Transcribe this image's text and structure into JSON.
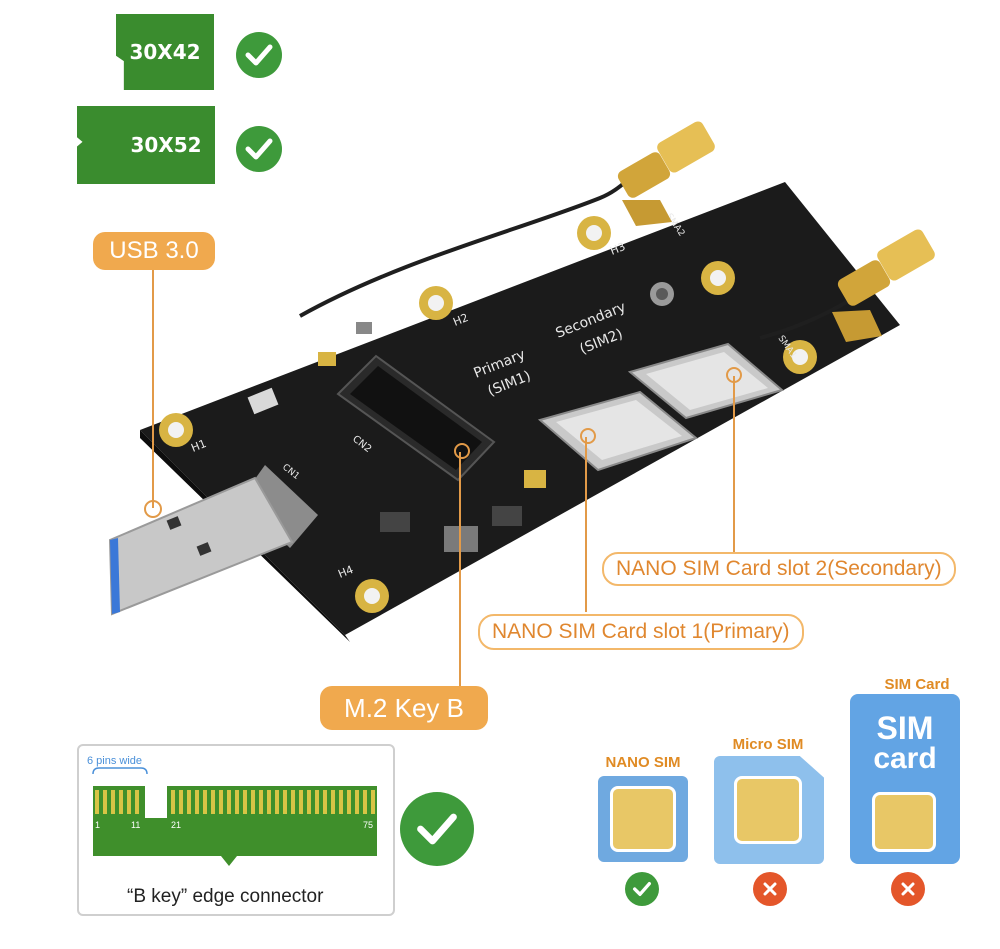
{
  "modules": [
    {
      "label": "30X42"
    },
    {
      "label": "30X52"
    }
  ],
  "callouts": {
    "usb": "USB 3.0",
    "sim_slot_2": "NANO SIM Card slot 2(Secondary)",
    "sim_slot_1": "NANO SIM Card slot 1(Primary)",
    "m2_key": "M.2 Key B"
  },
  "board": {
    "holes": [
      "H1",
      "H2",
      "H3",
      "H4"
    ],
    "primary_label": "Primary",
    "primary_sim": "(SIM1)",
    "secondary_label": "Secondary",
    "secondary_sim": "(SIM2)",
    "connector": "CN2",
    "usb_connector": "CN1",
    "sma_2": "SMA2",
    "sma_1": "SMA1"
  },
  "key_diagram": {
    "width_note": "6 pins wide",
    "pin_1": "1",
    "pin_11": "11",
    "pin_21": "21",
    "pin_75": "75",
    "caption": "“B key” edge connector"
  },
  "sim_types": [
    {
      "title": "NANO SIM",
      "supported": true
    },
    {
      "title": "Micro SIM",
      "supported": false
    },
    {
      "title": "SIM Card",
      "card_text_1": "SIM",
      "card_text_2": "card",
      "supported": false
    }
  ],
  "colors": {
    "accent_orange": "#f0a94e",
    "pcb_green": "#3a8c2e",
    "check_green": "#3e9a3b",
    "cross_orange": "#e4562a",
    "board_black": "#1b1b1b",
    "gold": "#d8b443"
  }
}
